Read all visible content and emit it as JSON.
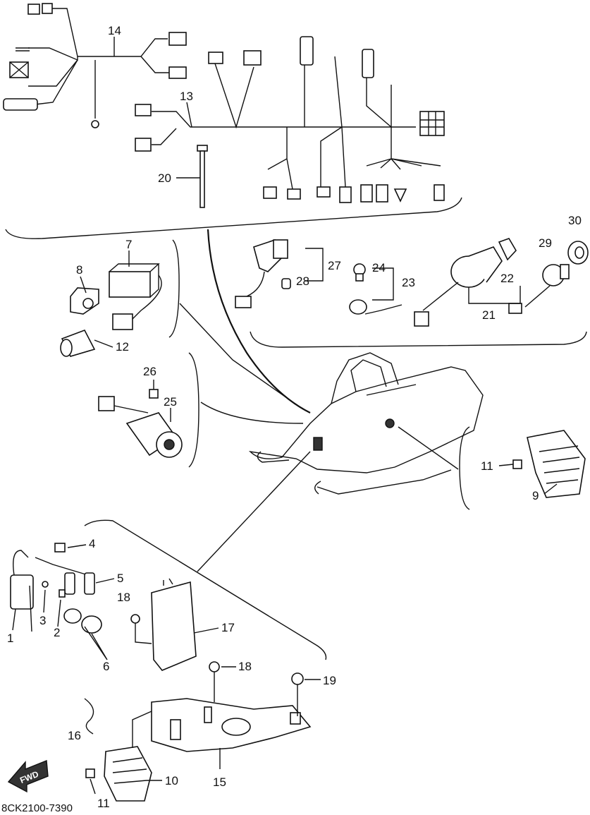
{
  "diagram": {
    "code": "8CK2100-7390",
    "fwd_label": "FWD",
    "callouts": [
      "14",
      "13",
      "20",
      "7",
      "8",
      "12",
      "27",
      "28",
      "24",
      "23",
      "21",
      "22",
      "29",
      "30",
      "26",
      "25",
      "11",
      "9",
      "4",
      "5",
      "1",
      "3",
      "2",
      "6",
      "18",
      "17",
      "18",
      "19",
      "16",
      "10",
      "15",
      "11"
    ]
  }
}
